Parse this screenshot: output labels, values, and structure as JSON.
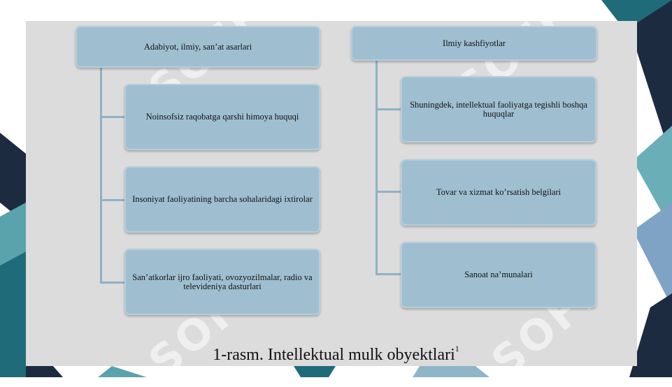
{
  "diagram": {
    "left_column": {
      "header": "Adabiyot, ilmiy, san’at asarlari",
      "items": [
        "Noinsofsiz raqobatga qarshi himoya huquqi",
        "Insoniyat faoliyatining barcha sohalaridagi ixtirolar",
        "San’atkorlar ijro faoliyati, ovozyozilmalar, radio va televideniya dasturlari"
      ]
    },
    "right_column": {
      "header": "Ilmiy kashfiyotlar",
      "items": [
        "Shuningdek, intellektual faoliyatga tegishli boshqa huquqlar",
        "Tovar va xizmat ko’rsatish belgilari",
        "Sanoat na’munalari"
      ]
    }
  },
  "caption": {
    "text": "1-rasm. Intellektual mulk obyektlari",
    "footnote": "1"
  },
  "watermark": "SOFF",
  "colors": {
    "box_fill": "#9fbfd1",
    "panel": "#dcdcdc",
    "navy": "#1c2b40",
    "teal": "#5aa3ad"
  }
}
